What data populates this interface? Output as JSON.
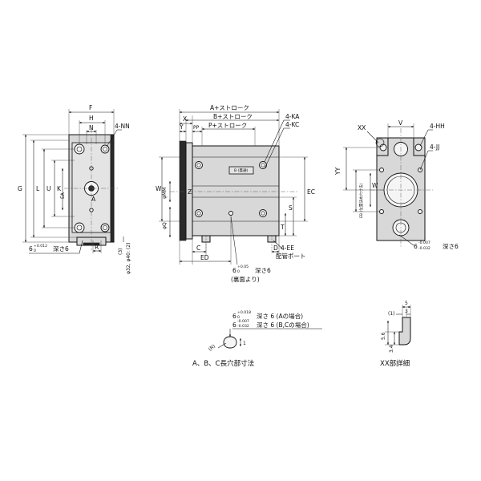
{
  "front_view": {
    "F": "F",
    "H": "H",
    "N": "N",
    "NN": "4-NN",
    "G": "G",
    "L": "L",
    "U": "U",
    "K": "K",
    "EA": "EA",
    "A": "A",
    "tol_6": "6",
    "tol_sup": "+0.012",
    "tol_sub": "0",
    "depth": "深さ6",
    "R": "R",
    "note_3": "(3)",
    "bore": "φ32, φ40: (2)"
  },
  "side_view": {
    "A_stroke": "A+ストローク",
    "B_stroke": "B+ストローク",
    "P_stroke": "P+ストローク",
    "X": "X",
    "Y": "Y",
    "PP": "PP",
    "Z": "Z",
    "KA": "4-KA",
    "KC": "4-KC",
    "B_note": "B (貫通)",
    "W": "W",
    "MM": "φMM",
    "Q": "φQ",
    "EC": "EC",
    "S": "S",
    "T": "T",
    "C": "C",
    "D": "D",
    "ED": "ED",
    "EE": "4-EE",
    "port": "配管ポート",
    "slot_6": "6",
    "slot_sup": "+0.05",
    "slot_sub": "0",
    "slot_depth": "深さ6",
    "back": "(裏面より)"
  },
  "rear_view": {
    "XX": "XX",
    "V": "V",
    "HH": "4-HH",
    "JJ": "4-JJ",
    "YY": "YY",
    "W": "W",
    "EB_note": "EB (位置決め穴寸法)",
    "tol_6": "6",
    "tol_sup": "-0.007",
    "tol_sub": "-0.032",
    "depth": "深さ6"
  },
  "slot_detail": {
    "a_6": "6",
    "a_sup": "+0.018",
    "a_sub": "0",
    "a_text": "深さ 6 (Aの場合)",
    "b_6": "6",
    "b_sup": "-0.007",
    "b_sub": "-0.032",
    "b_text": "深さ 6 (B,Cの場合)",
    "R": "(R)",
    "one": "1",
    "caption": "A、B、C長穴部寸法"
  },
  "xx_detail": {
    "paren1": "(1)",
    "five": "5",
    "three": "3",
    "d56": "5.6",
    "d34": "3.4",
    "caption": "XX部詳細"
  }
}
